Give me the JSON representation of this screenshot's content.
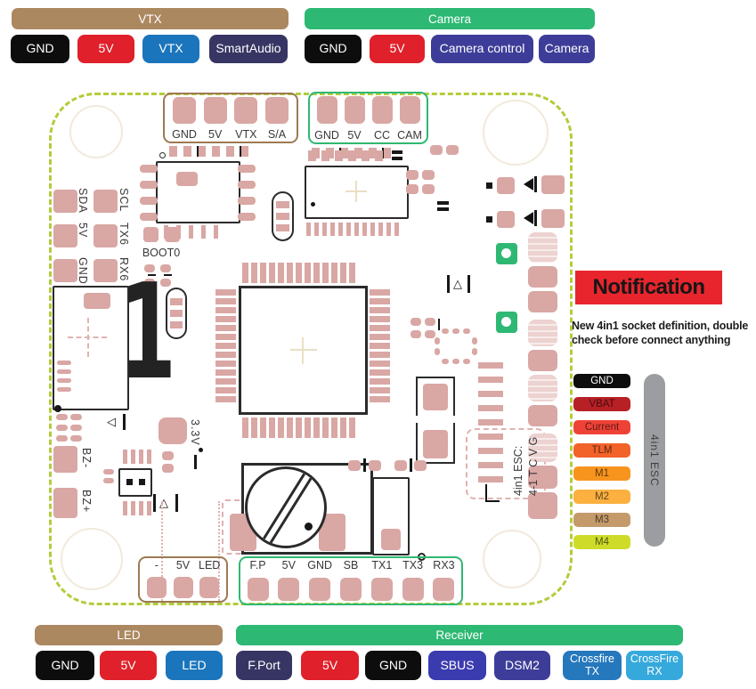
{
  "palette": {
    "black": "#0d0d0d",
    "red": "#E0202A",
    "blue": "#1B75BC",
    "navy": "#373563",
    "indigo": "#3D3D99",
    "sbus_blue": "#3B3BB0",
    "crossfire_tx_blue": "#2678BD",
    "crossfire_rx_cyan": "#36A9DC",
    "header_tan": "#AC8861",
    "header_green": "#2DB873",
    "board_outline": "#B3CC3A",
    "pad_pink": "#D9A7A4",
    "notification_red": "#E8252D",
    "vbat": "#B72025",
    "current": "#EF4237",
    "tlm": "#F2632A",
    "m1": "#F7941E",
    "m2": "#FBB040",
    "m3": "#C49A6B",
    "m4": "#CEDC29",
    "esc_bar_gray": "#9B9DA1"
  },
  "top_legend": {
    "vtx": {
      "title": "VTX",
      "pins": [
        {
          "label": "GND",
          "color": "black"
        },
        {
          "label": "5V",
          "color": "red"
        },
        {
          "label": "VTX",
          "color": "blue"
        },
        {
          "label": "SmartAudio",
          "color": "navy"
        }
      ]
    },
    "camera": {
      "title": "Camera",
      "pins": [
        {
          "label": "GND",
          "color": "black"
        },
        {
          "label": "5V",
          "color": "red"
        },
        {
          "label": "Camera control",
          "color": "indigo"
        },
        {
          "label": "Camera",
          "color": "indigo"
        }
      ]
    }
  },
  "bottom_legend": {
    "led": {
      "title": "LED",
      "pins": [
        {
          "label": "GND",
          "color": "black"
        },
        {
          "label": "5V",
          "color": "red"
        },
        {
          "label": "LED",
          "color": "blue"
        }
      ]
    },
    "receiver": {
      "title": "Receiver",
      "pins": [
        {
          "label": "F.Port",
          "color": "navy"
        },
        {
          "label": "5V",
          "color": "red"
        },
        {
          "label": "GND",
          "color": "black"
        },
        {
          "label": "SBUS",
          "color": "sbus_blue"
        },
        {
          "label": "DSM2",
          "color": "indigo"
        },
        {
          "label": "Crossfire\nTX",
          "color": "crossfire_tx_blue"
        },
        {
          "label": "CrossFire\nRX",
          "color": "crossfire_rx_cyan"
        }
      ]
    }
  },
  "board": {
    "vtx_pins": [
      "GND",
      "5V",
      "VTX",
      "S/A"
    ],
    "camera_pins": [
      "GND",
      "5V",
      "CC",
      "CAM"
    ],
    "led_pins": [
      "-",
      "5V",
      "LED"
    ],
    "receiver_pins": [
      "F.P",
      "5V",
      "GND",
      "SB",
      "TX1",
      "TX3",
      "RX3"
    ],
    "left_pins": {
      "col1": [
        "SDA",
        "5V",
        "GND"
      ],
      "col2": [
        "SCL",
        "TX6",
        "RX6"
      ]
    },
    "boot0": "BOOT0",
    "v33": "3.3V",
    "bz_minus": "BZ-",
    "bz_plus": "BZ+",
    "marking_one": "1",
    "esc_label_line1": "4in1 ESC:",
    "esc_label_line2": "4-1 T C V G"
  },
  "icons": {
    "diode_left": "◁",
    "diode_up": "△"
  },
  "notification": {
    "title": "Notification",
    "body": "New 4in1 socket definition, double\ncheck before connect anything"
  },
  "esc_legend": {
    "pins": [
      {
        "label": "GND",
        "color": "black"
      },
      {
        "label": "VBAT",
        "color": "vbat"
      },
      {
        "label": "Current",
        "color": "current"
      },
      {
        "label": "TLM",
        "color": "tlm"
      },
      {
        "label": "M1",
        "color": "m1"
      },
      {
        "label": "M2",
        "color": "m2"
      },
      {
        "label": "M3",
        "color": "m3"
      },
      {
        "label": "M4",
        "color": "m4"
      }
    ],
    "bar_label": "4in1 ESC"
  }
}
